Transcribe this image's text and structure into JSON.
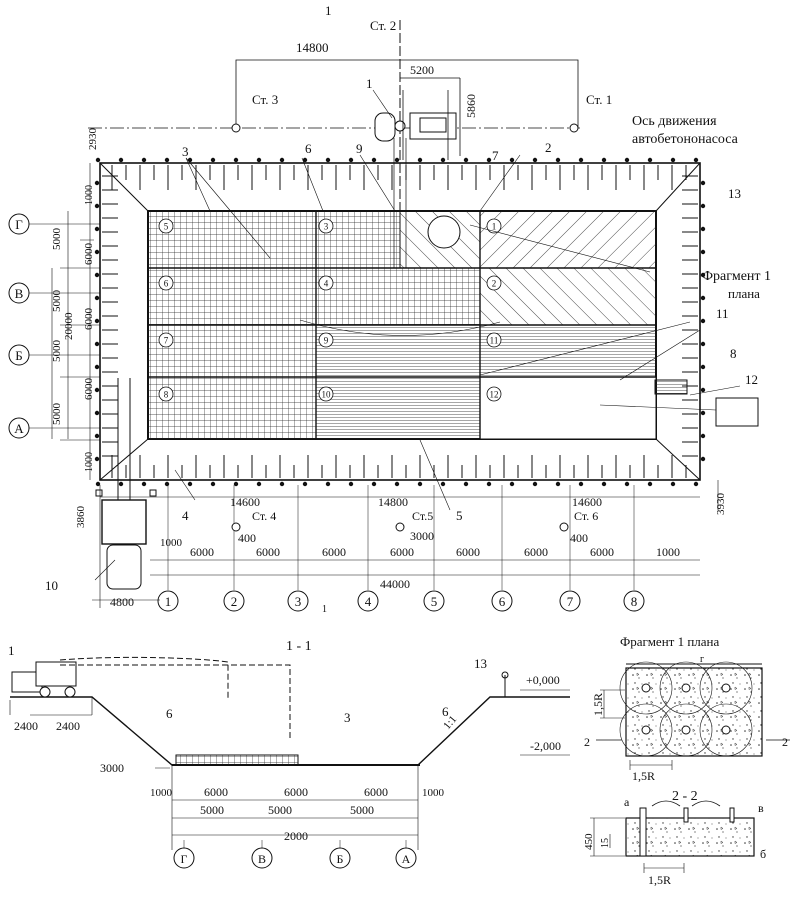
{
  "plan": {
    "section_mark": "1",
    "station_labels": [
      "Ст. 1",
      "Ст. 2",
      "Ст. 3",
      "Ст. 4",
      "Ст.5",
      "Ст. 6"
    ],
    "top_dims": {
      "span": "14800",
      "pump_width": "5200",
      "pump_depth": "5860",
      "offset": "2930"
    },
    "pump_axis_text": [
      "Ось движения",
      "автобетононасоса"
    ],
    "fragment_label": [
      "Фрагмент 1",
      "плана"
    ],
    "grid_rows": [
      "Г",
      "В",
      "Б",
      "А"
    ],
    "grid_cols": [
      "1",
      "2",
      "3",
      "4",
      "5",
      "6",
      "7",
      "8"
    ],
    "callouts": [
      "1",
      "2",
      "3",
      "4",
      "5",
      "6",
      "7",
      "8",
      "9",
      "10",
      "11",
      "12",
      "13"
    ],
    "cells": [
      "1",
      "2",
      "3",
      "4",
      "5",
      "6",
      "7",
      "8",
      "9",
      "10",
      "11",
      "12"
    ],
    "left_dims": [
      "1000",
      "5000",
      "6000",
      "5000",
      "20000",
      "6000",
      "5000",
      "6000",
      "5000",
      "1000"
    ],
    "bottom_spans": [
      "14600",
      "14800",
      "14600"
    ],
    "bottom_small": [
      "400",
      "3000",
      "400",
      "1000",
      "3860",
      "3930"
    ],
    "col_dims": [
      "6000",
      "6000",
      "6000",
      "6000",
      "6000",
      "6000",
      "6000",
      "1000"
    ],
    "total": "44000",
    "left_total": "4800"
  },
  "section": {
    "title": "1 - 1",
    "levels": [
      "+0,000",
      "-2,000"
    ],
    "slope": "1:1",
    "dims_top": [
      "2400",
      "2400"
    ],
    "dims_side": "3000",
    "dims_row1": [
      "1000",
      "6000",
      "6000",
      "6000",
      "1000"
    ],
    "dims_row2": [
      "5000",
      "5000",
      "5000"
    ],
    "total": "2000",
    "axes": [
      "Г",
      "В",
      "Б",
      "А"
    ],
    "callouts": [
      "1",
      "6",
      "3",
      "13",
      "6"
    ]
  },
  "fragment": {
    "title": "Фрагмент 1  плана",
    "mark_g": "г",
    "dim": "1,5R",
    "cut_mark": "2"
  },
  "cut22": {
    "title": "2 - 2",
    "labels": [
      "а",
      "в",
      "б"
    ],
    "dims": [
      "450",
      "15",
      "1,5R"
    ]
  }
}
